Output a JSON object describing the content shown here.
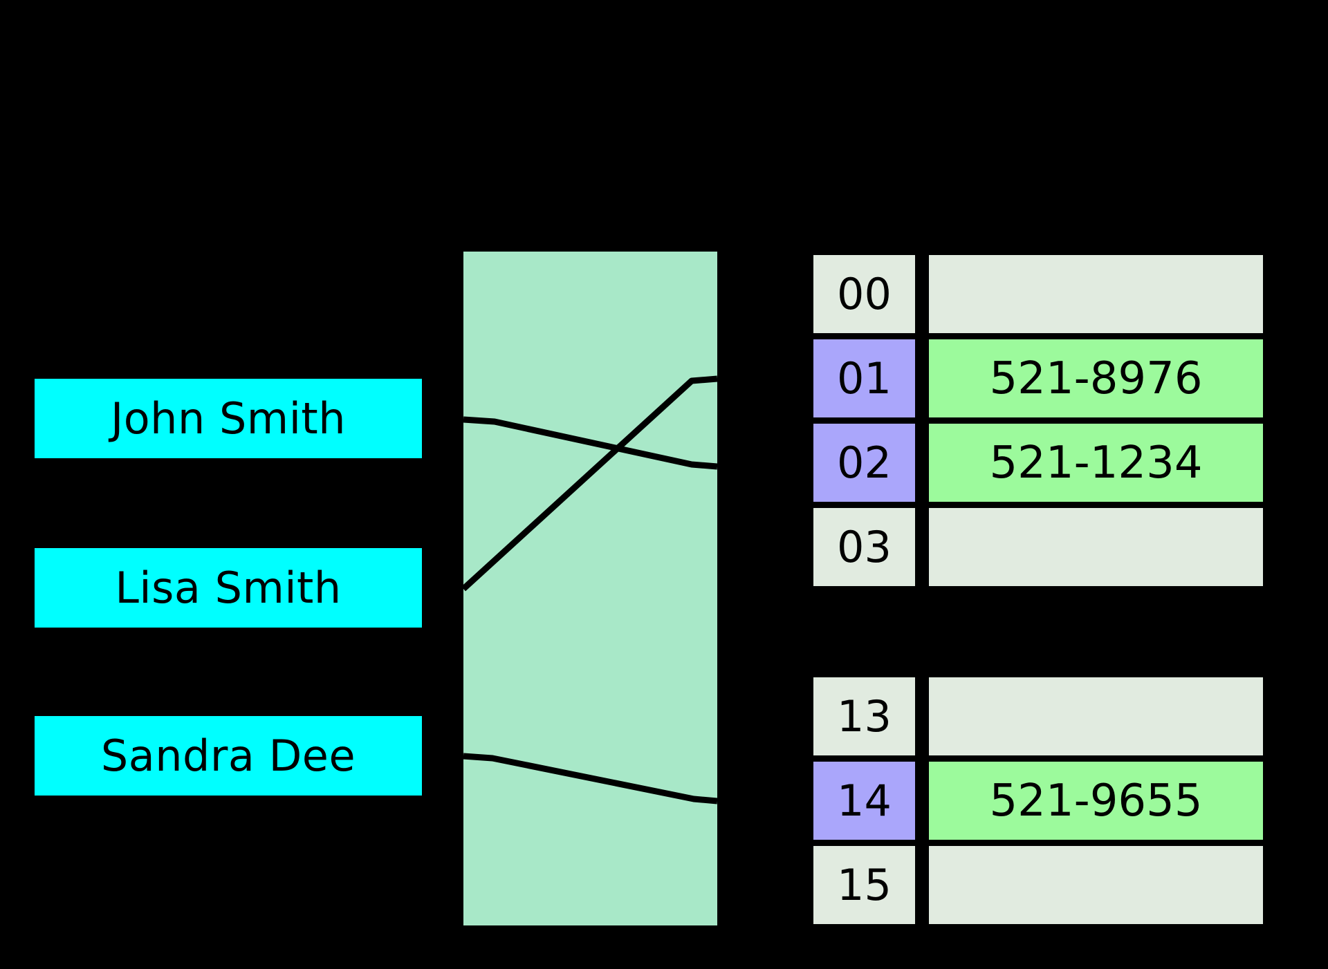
{
  "diagram": {
    "title": "hash-table-diagram",
    "background_color": "#000000",
    "keys": [
      {
        "label": "John Smith",
        "color": "#00ffff"
      },
      {
        "label": "Lisa Smith",
        "color": "#00ffff"
      },
      {
        "label": "Sandra Dee",
        "color": "#00ffff"
      }
    ],
    "hash_function": {
      "color": "#a8e8c8",
      "label": ""
    },
    "colors": {
      "key_fill": "#00ffff",
      "hash_fill": "#a8e8c8",
      "index_empty": "#e1ebe0",
      "index_filled": "#aaa6fb",
      "value_empty": "#e1ebe0",
      "value_filled": "#9cfa9c",
      "stroke": "#000000"
    },
    "buckets": [
      {
        "group": "top",
        "rows": [
          {
            "index": "00",
            "value": "",
            "filled": false
          },
          {
            "index": "01",
            "value": "521-8976",
            "filled": true
          },
          {
            "index": "02",
            "value": "521-1234",
            "filled": true
          },
          {
            "index": "03",
            "value": "",
            "filled": false
          }
        ]
      },
      {
        "group": "bottom",
        "rows": [
          {
            "index": "13",
            "value": "",
            "filled": false
          },
          {
            "index": "14",
            "value": "521-9655",
            "filled": true
          },
          {
            "index": "15",
            "value": "",
            "filled": false
          }
        ]
      }
    ],
    "mappings": [
      {
        "from": "John Smith",
        "to": "02"
      },
      {
        "from": "Lisa Smith",
        "to": "01"
      },
      {
        "from": "Sandra Dee",
        "to": "14"
      }
    ]
  }
}
